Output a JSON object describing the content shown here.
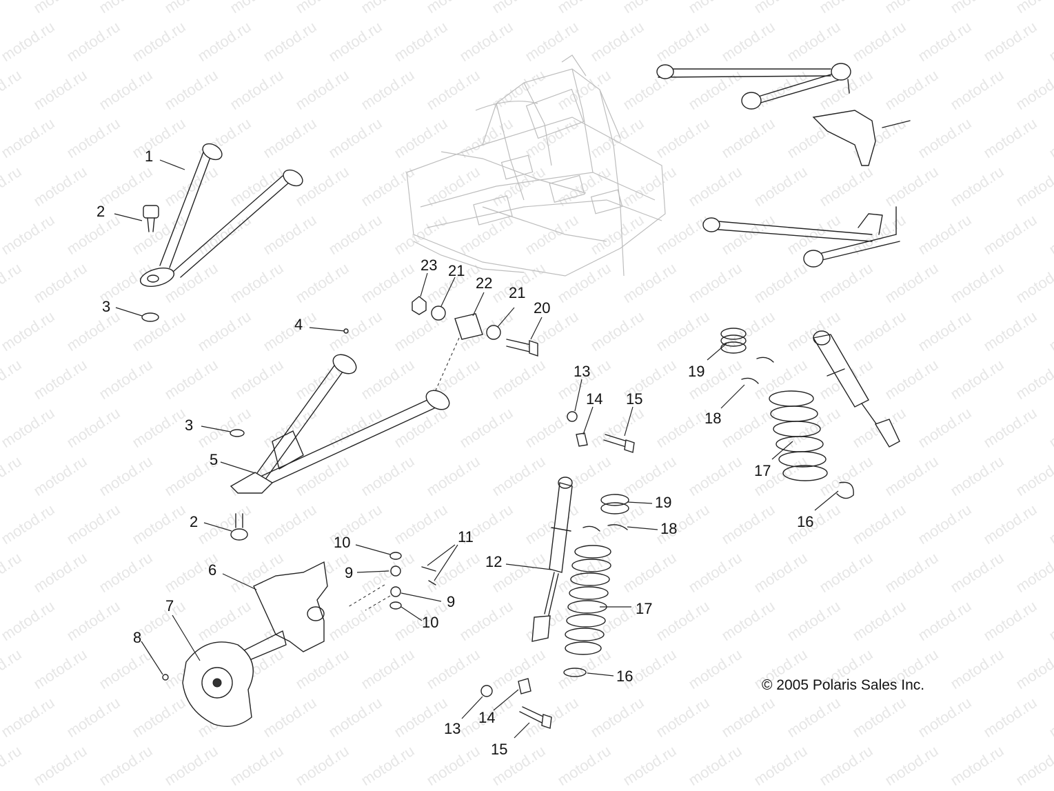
{
  "watermark_text": "motod.ru",
  "copyright": "© 2005 Polaris Sales Inc.",
  "callouts": [
    {
      "id": "c1",
      "label": "1"
    },
    {
      "id": "c2a",
      "label": "2"
    },
    {
      "id": "c3a",
      "label": "3"
    },
    {
      "id": "c4",
      "label": "4"
    },
    {
      "id": "c3b",
      "label": "3"
    },
    {
      "id": "c5",
      "label": "5"
    },
    {
      "id": "c2b",
      "label": "2"
    },
    {
      "id": "c6",
      "label": "6"
    },
    {
      "id": "c7",
      "label": "7"
    },
    {
      "id": "c8",
      "label": "8"
    },
    {
      "id": "c10a",
      "label": "10"
    },
    {
      "id": "c9a",
      "label": "9"
    },
    {
      "id": "c11",
      "label": "11"
    },
    {
      "id": "c9b",
      "label": "9"
    },
    {
      "id": "c10b",
      "label": "10"
    },
    {
      "id": "c23",
      "label": "23"
    },
    {
      "id": "c21a",
      "label": "21"
    },
    {
      "id": "c22",
      "label": "22"
    },
    {
      "id": "c21b",
      "label": "21"
    },
    {
      "id": "c20",
      "label": "20"
    },
    {
      "id": "c13a",
      "label": "13"
    },
    {
      "id": "c14a",
      "label": "14"
    },
    {
      "id": "c15a",
      "label": "15"
    },
    {
      "id": "c12",
      "label": "12"
    },
    {
      "id": "c19a",
      "label": "19"
    },
    {
      "id": "c18a",
      "label": "18"
    },
    {
      "id": "c17a",
      "label": "17"
    },
    {
      "id": "c16a",
      "label": "16"
    },
    {
      "id": "c13b",
      "label": "13"
    },
    {
      "id": "c14b",
      "label": "14"
    },
    {
      "id": "c15b",
      "label": "15"
    },
    {
      "id": "c19b",
      "label": "19"
    },
    {
      "id": "c18b",
      "label": "18"
    },
    {
      "id": "c17b",
      "label": "17"
    },
    {
      "id": "c16b",
      "label": "16"
    }
  ]
}
